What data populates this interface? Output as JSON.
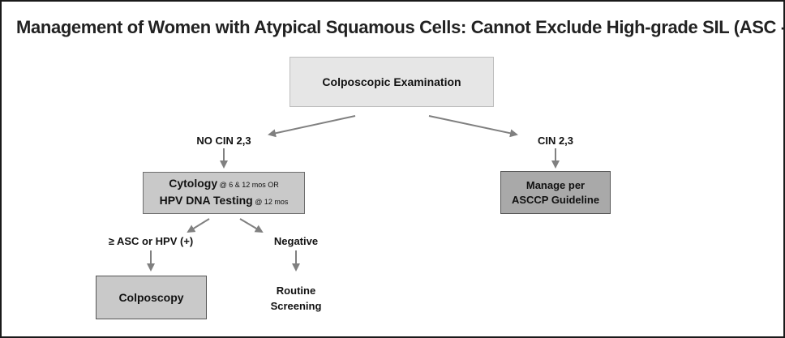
{
  "title": {
    "main": "Management of Women with Atypical Squamous Cells: Cannot Exclude High-grade SIL ",
    "highlight": "(ASC - H)"
  },
  "nodes": {
    "colposcopic_exam": "Colposcopic Examination",
    "no_cin": "NO CIN 2,3",
    "cin": "CIN 2,3",
    "cytology_label": "Cytology",
    "cytology_detail": " @ 6 & 12 mos OR",
    "hpv_label": "HPV DNA Testing",
    "hpv_detail": " @ 12 mos",
    "manage_line1": "Manage per",
    "manage_line2": "ASCCP Guideline",
    "asc_hpv": "≥ ASC or HPV (+)",
    "negative": "Negative",
    "colposcopy": "Colposcopy",
    "routine_line1": "Routine",
    "routine_line2": "Screening"
  },
  "colors": {
    "accent_underline": "#d0202a",
    "arrow": "#808080"
  }
}
